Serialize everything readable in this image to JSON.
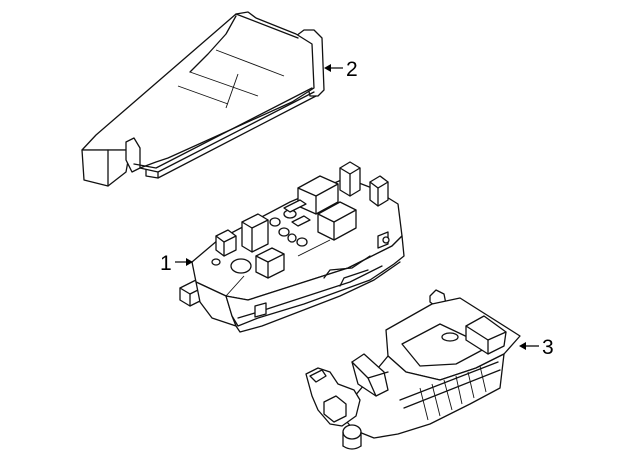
{
  "callouts": [
    {
      "label": "1"
    },
    {
      "label": "2"
    },
    {
      "label": "3"
    }
  ],
  "parts": [
    {
      "number": 1,
      "name": "fuse-box"
    },
    {
      "number": 2,
      "name": "fuse-box-cover"
    },
    {
      "number": 3,
      "name": "mounting-bracket"
    }
  ]
}
